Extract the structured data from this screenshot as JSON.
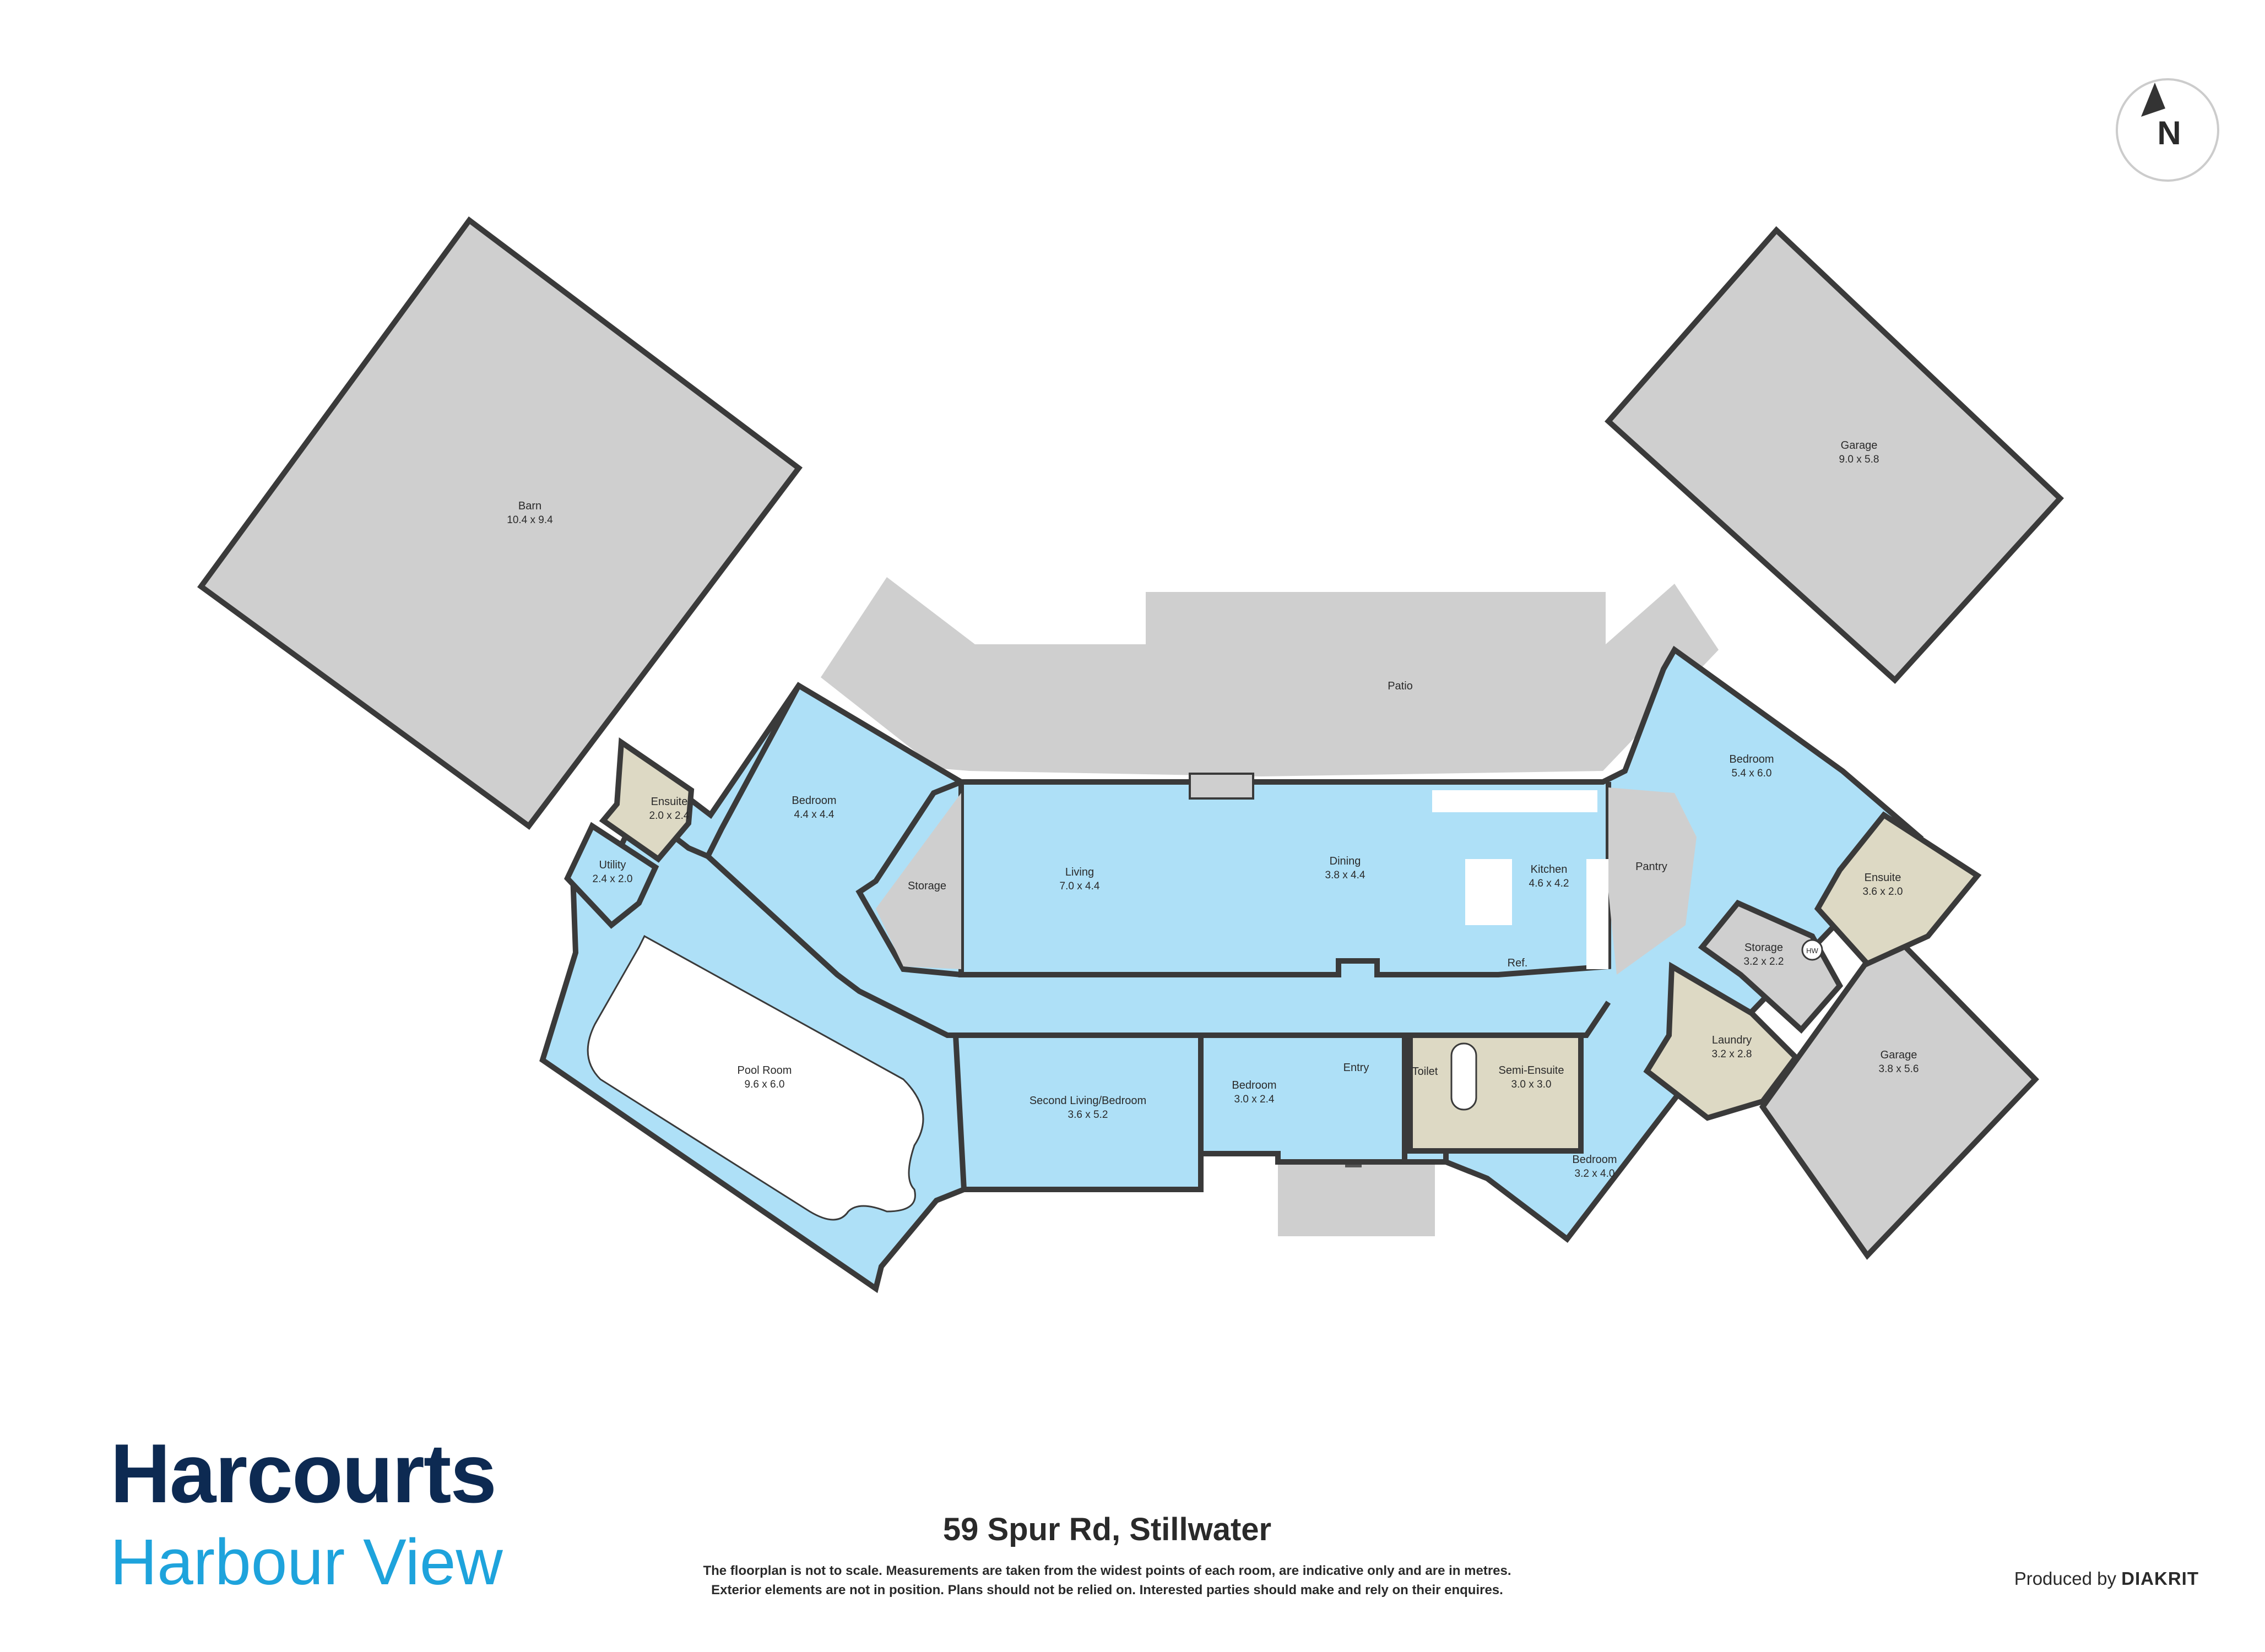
{
  "compass": {
    "label": "N"
  },
  "rooms": [
    {
      "name": "Barn",
      "dims": "10.4 x 9.4"
    },
    {
      "name": "Garage",
      "dims": "9.0 x 5.8"
    },
    {
      "name": "Patio",
      "dims": ""
    },
    {
      "name": "Ensuite",
      "dims": "2.0 x 2.4"
    },
    {
      "name": "Utility",
      "dims": "2.4 x 2.0"
    },
    {
      "name": "Bedroom",
      "dims": "4.4 x 4.4"
    },
    {
      "name": "Storage",
      "dims": ""
    },
    {
      "name": "Living",
      "dims": "7.0 x 4.4"
    },
    {
      "name": "Dining",
      "dims": "3.8 x 4.4"
    },
    {
      "name": "Kitchen",
      "dims": "4.6 x 4.2"
    },
    {
      "name": "Pantry",
      "dims": ""
    },
    {
      "name": "Ref.",
      "dims": ""
    },
    {
      "name": "Bedroom",
      "dims": "5.4 x 6.0"
    },
    {
      "name": "Ensuite",
      "dims": "3.6 x 2.0"
    },
    {
      "name": "Storage",
      "dims": "3.2 x 2.2"
    },
    {
      "name": "HW",
      "dims": ""
    },
    {
      "name": "Laundry",
      "dims": "3.2 x 2.8"
    },
    {
      "name": "Garage",
      "dims": "3.8 x 5.6"
    },
    {
      "name": "Pool Room",
      "dims": "9.6 x 6.0"
    },
    {
      "name": "Second Living/Bedroom",
      "dims": "3.6 x 5.2"
    },
    {
      "name": "Bedroom",
      "dims": "3.0 x 2.4"
    },
    {
      "name": "Entry",
      "dims": ""
    },
    {
      "name": "Toilet",
      "dims": ""
    },
    {
      "name": "Semi-Ensuite",
      "dims": "3.0 x 3.0"
    },
    {
      "name": "Bedroom",
      "dims": "3.2 x 4.0"
    }
  ],
  "brand": {
    "name": "Harcourts",
    "office": "Harbour View"
  },
  "address": "59 Spur Rd, Stillwater",
  "disclaimer": [
    "The floorplan is not to scale. Measurements are taken from the widest points of each room, are indicative only and are in metres.",
    "Exterior elements are not in position. Plans should not be relied on. Interested parties should make and rely on their enquires."
  ],
  "credit": {
    "prefix": "Produced by",
    "company": "DIAKRIT"
  },
  "colors": {
    "living": "#aee0f7",
    "outdoor": "#cfcfcf",
    "wet": "#ddd9c4",
    "walls": "#3a3a3a",
    "brand_dark": "#0d2a52",
    "brand_light": "#1ea3dc"
  }
}
